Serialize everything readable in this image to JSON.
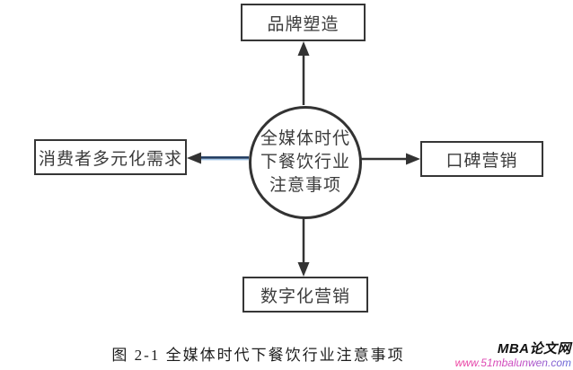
{
  "diagram": {
    "center": {
      "lines": [
        "全媒体时代",
        "下餐饮行业",
        "注意事项"
      ]
    },
    "nodes": {
      "top": {
        "label": "品牌塑造"
      },
      "left": {
        "label": "消费者多元化需求"
      },
      "right": {
        "label": "口碑营销"
      },
      "bottom": {
        "label": "数字化营销"
      }
    }
  },
  "caption": "图 2-1 全媒体时代下餐饮行业注意事项",
  "watermark": {
    "site_name": "MBA论文网",
    "site_url": "www.51mbalunwen.com"
  },
  "colors": {
    "border_dark": "#363636",
    "arrow_dark": "#333333",
    "left_arrow_line": "#1e3a5f",
    "left_arrow_highlight": "#9dc3e6",
    "text": "#3c3c3c",
    "url_pink": "#ef3f9e",
    "url_purple": "#5f68d8",
    "background": "#ffffff"
  }
}
